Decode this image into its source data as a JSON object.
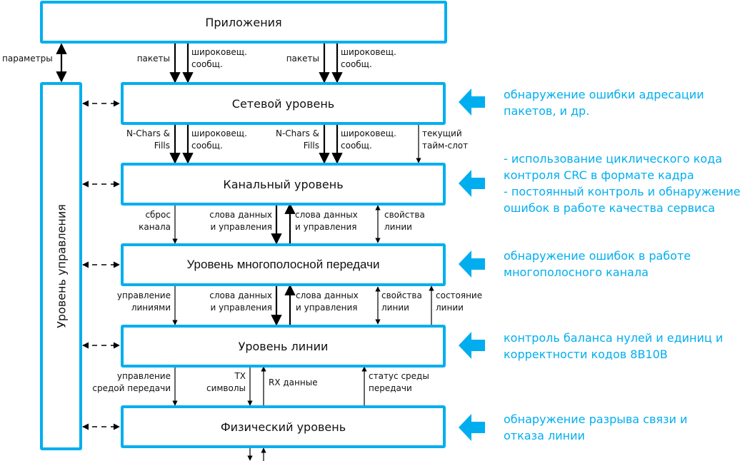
{
  "colors": {
    "accent": "#00aeef",
    "text": "#111111",
    "arrow": "#000000"
  },
  "boxes": {
    "applications": "Приложения",
    "network": "Сетевой уровень",
    "channel": "Канальный уровень",
    "multilane": "Уровень многополосной передачи",
    "line": "Уровень линии",
    "physical": "Физический уровень",
    "management": "Уровень управления"
  },
  "labels": {
    "parameters": "параметры",
    "app_packets_1": "пакеты",
    "app_broadcast_1": "широковещ.\nсообщ.",
    "app_packets_2": "пакеты",
    "app_broadcast_2": "широковещ.\nсообщ.",
    "net_nchars_1": "N-Chars &\nFills",
    "net_broadcast_1": "широковещ.\nсообщ.",
    "net_nchars_2": "N-Chars &\nFills",
    "net_broadcast_2": "широковещ.\nсообщ.",
    "net_timeslot": "текущий\nтайм-слот",
    "ch_reset": "сброс\nканала",
    "ch_words_down": "слова данных\nи управления",
    "ch_words_up": "слова данных\nи управления",
    "ch_props": "свойства\nлинии",
    "ml_lane_ctrl": "управление\nлиниями",
    "ml_words_down": "слова данных\nи управления",
    "ml_words_up": "слова данных\nи управления",
    "ml_props": "свойства\nлинии",
    "ml_state": "состояние\nлинии",
    "ln_medium_ctrl": "управление\nсредой передачи",
    "ln_tx": "TX\nсимволы",
    "ln_rx": "RX данные",
    "ln_medium_status": "статус среды\nпередачи"
  },
  "notes": {
    "network": "обнаружение ошибки адресации\nпакетов, и др.",
    "channel": "- использование циклического кода\nконтроля CRC в формате кадра\n- постоянный контроль и обнаружение\nошибок в работе качества сервиса",
    "multilane": "обнаружение ошибок в работе\nмногополосного канала",
    "line": "контроль баланса нулей и единиц и\nкорректности кодов 8B10B",
    "physical": "обнаружение разрыва связи и\nотказа линии"
  },
  "icons": {
    "note_pointer": "arrow-left-icon"
  }
}
